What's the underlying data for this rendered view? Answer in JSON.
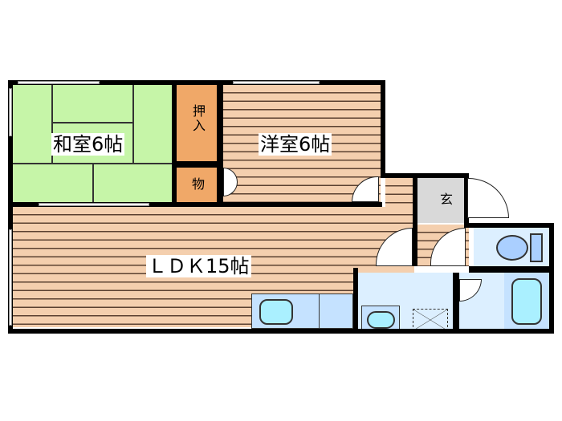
{
  "floor_plan": {
    "rooms": [
      {
        "id": "washitsu",
        "label": "和室6帖"
      },
      {
        "id": "oshiire",
        "label": "押入"
      },
      {
        "id": "mono",
        "label": "物"
      },
      {
        "id": "yoshitsu",
        "label": "洋室6帖"
      },
      {
        "id": "ldk",
        "label": "ＬＤＫ15帖"
      },
      {
        "id": "genkan",
        "label": "玄"
      }
    ],
    "colors": {
      "wall": "#000000",
      "flooring": "#f4cfae",
      "tatami": "#c6f5a8",
      "closet": "#f0a868",
      "entrance": "#d9d9d9",
      "wet_area": "#dcefff",
      "fixture": "#aaf0ff"
    }
  }
}
